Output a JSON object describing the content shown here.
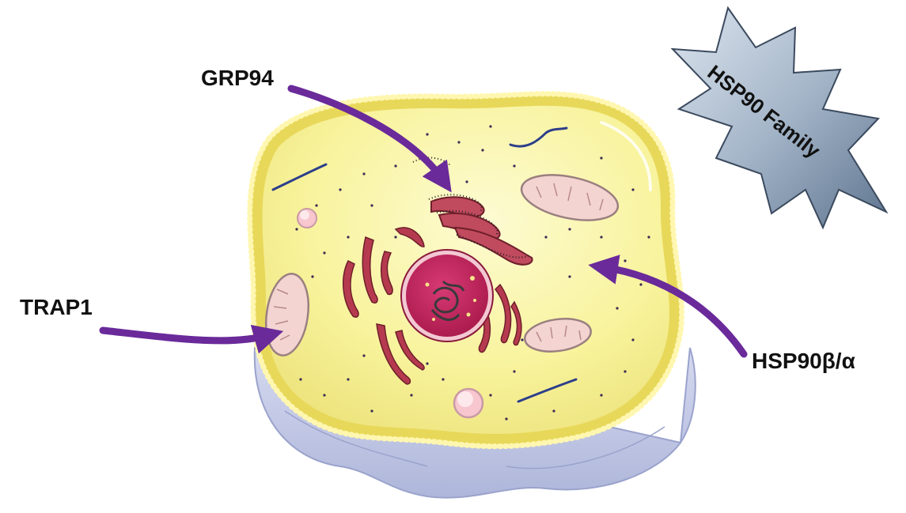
{
  "labels": {
    "grp94": "GRP94",
    "trap1": "TRAP1",
    "hsp90_cyto": "HSP90β/α",
    "family_badge": "HSP90 Family"
  },
  "colors": {
    "arrow": "#6a2a9a",
    "cytoplasm": "#f8f39c",
    "membrane_bead": "#e8d85a",
    "membrane_base": "#8fa0c0",
    "cell_shadow": "#c6cbe6",
    "nucleus": "#c0245d",
    "er_golgi": "#b63a4f",
    "mitochondria": "#f3d4d0",
    "badge_fill": "#9fb3c8"
  },
  "icons": {
    "cell": "eukaryotic-cell-icon",
    "badge": "starburst-badge-icon"
  }
}
